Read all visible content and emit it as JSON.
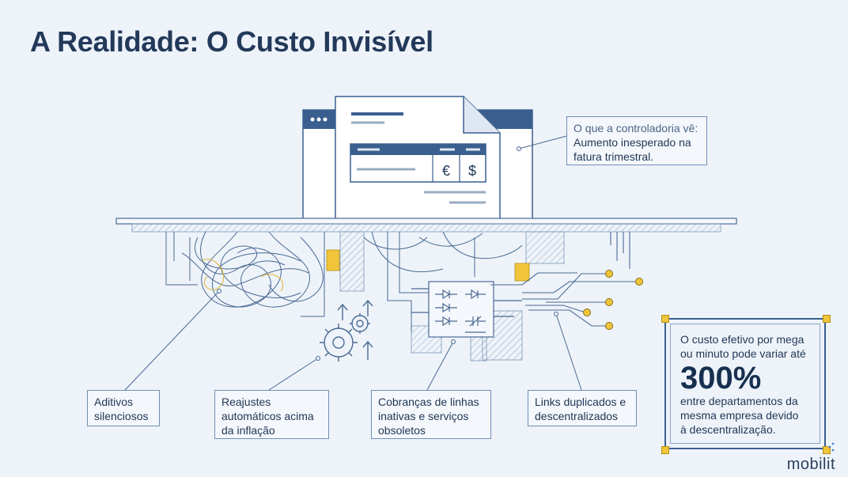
{
  "title": "A Realidade: O Custo Invisível",
  "top_callout": {
    "line1": "O que a controladoria vê:",
    "line2": "Aumento inesperado na",
    "line3": "fatura trimestral."
  },
  "document_icons": {
    "euro": "€",
    "dollar": "$"
  },
  "labels": [
    {
      "line1": "Aditivos",
      "line2": "silenciosos"
    },
    {
      "line1": "Reajustes",
      "line2": "automáticos acima",
      "line3": "da inflação"
    },
    {
      "line1": "Cobranças de linhas",
      "line2": "inativas e serviços",
      "line3": "obsoletos"
    },
    {
      "line1": "Links duplicados e",
      "line2": "descentralizados"
    }
  ],
  "stat": {
    "line1": "O custo efetivo por mega",
    "line2": "ou minuto pode variar até",
    "value": "300%",
    "line3": "entre departamentos da",
    "line4": "mesma empresa devido",
    "line5": "à descentralização."
  },
  "logo": "mobilit",
  "colors": {
    "background": "#eef3fa",
    "navy": "#3a5f8f",
    "line": "#4a6a92",
    "accent_yellow": "#f0c53a"
  },
  "icons": [
    "browser-window-icon",
    "document-icon",
    "gears-icon",
    "diode-circuit-icon",
    "node-network-icon"
  ]
}
